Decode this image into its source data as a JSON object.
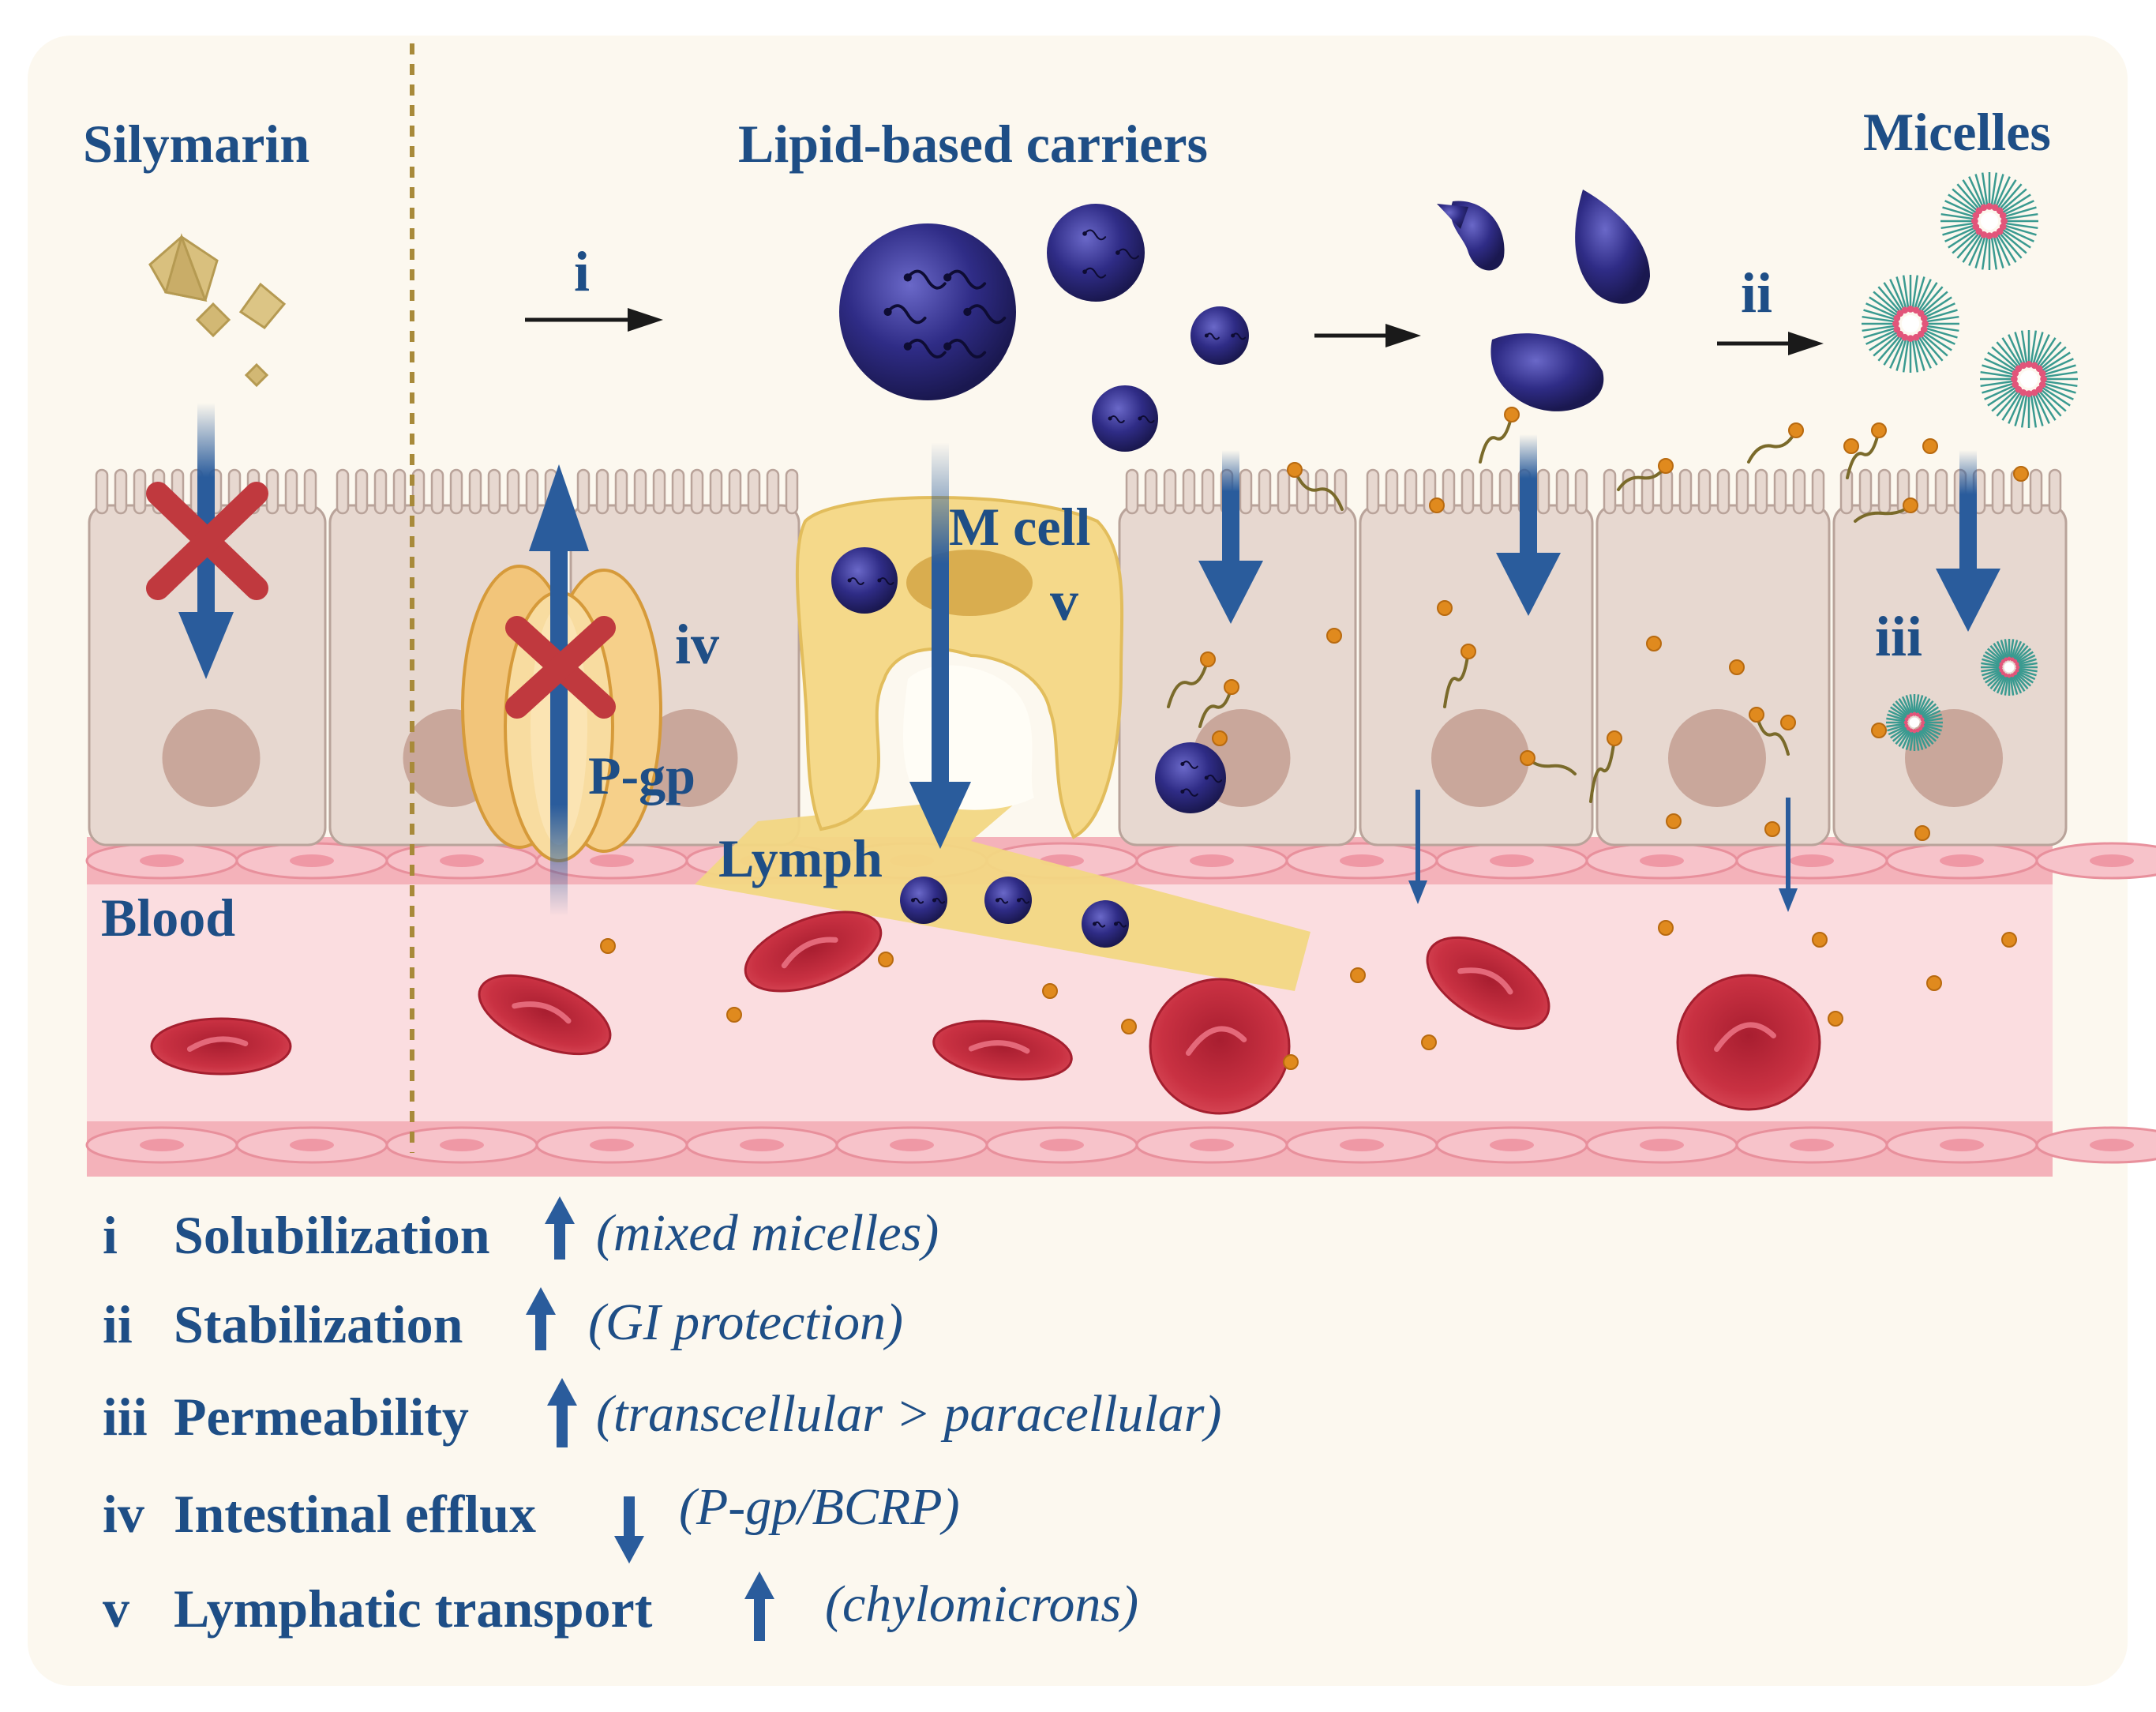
{
  "labels": {
    "silymarin": "Silymarin",
    "lipid_carriers": "Lipid-based carriers",
    "micelles": "Micelles",
    "step_i": "i",
    "step_ii": "ii",
    "step_iii": "iii",
    "step_iv": "iv",
    "step_v": "v",
    "m_cell": "M cell",
    "pgp": "P-gp",
    "lymph": "Lymph",
    "blood": "Blood"
  },
  "legend": [
    {
      "num": "i",
      "title": "Solubilization",
      "direction": "up",
      "note": "(mixed micelles)"
    },
    {
      "num": "ii",
      "title": "Stabilization",
      "direction": "up",
      "note": "(GI protection)"
    },
    {
      "num": "iii",
      "title": "Permeability",
      "direction": "up",
      "note": "(transcellular > paracellular)"
    },
    {
      "num": "iv",
      "title": "Intestinal efflux",
      "direction": "down",
      "note": "(P-gp/BCRP)"
    },
    {
      "num": "v",
      "title": "Lymphatic transport",
      "direction": "up",
      "note": "(chylomicrons)"
    }
  ],
  "colors": {
    "background": "#fcf8ef",
    "label_blue": "#1e4e86",
    "arrow_blue": "#2a5c9c",
    "cell_fill": "#e7d8d0",
    "nucleus": "#c9a79b",
    "blood_fill": "#fad9dc",
    "rbc": "#c0283a",
    "carrier": "#2d2a78",
    "m_cell": "#f5d98a",
    "cross": "#c0393e",
    "drug_dot": "#e08a1e"
  }
}
